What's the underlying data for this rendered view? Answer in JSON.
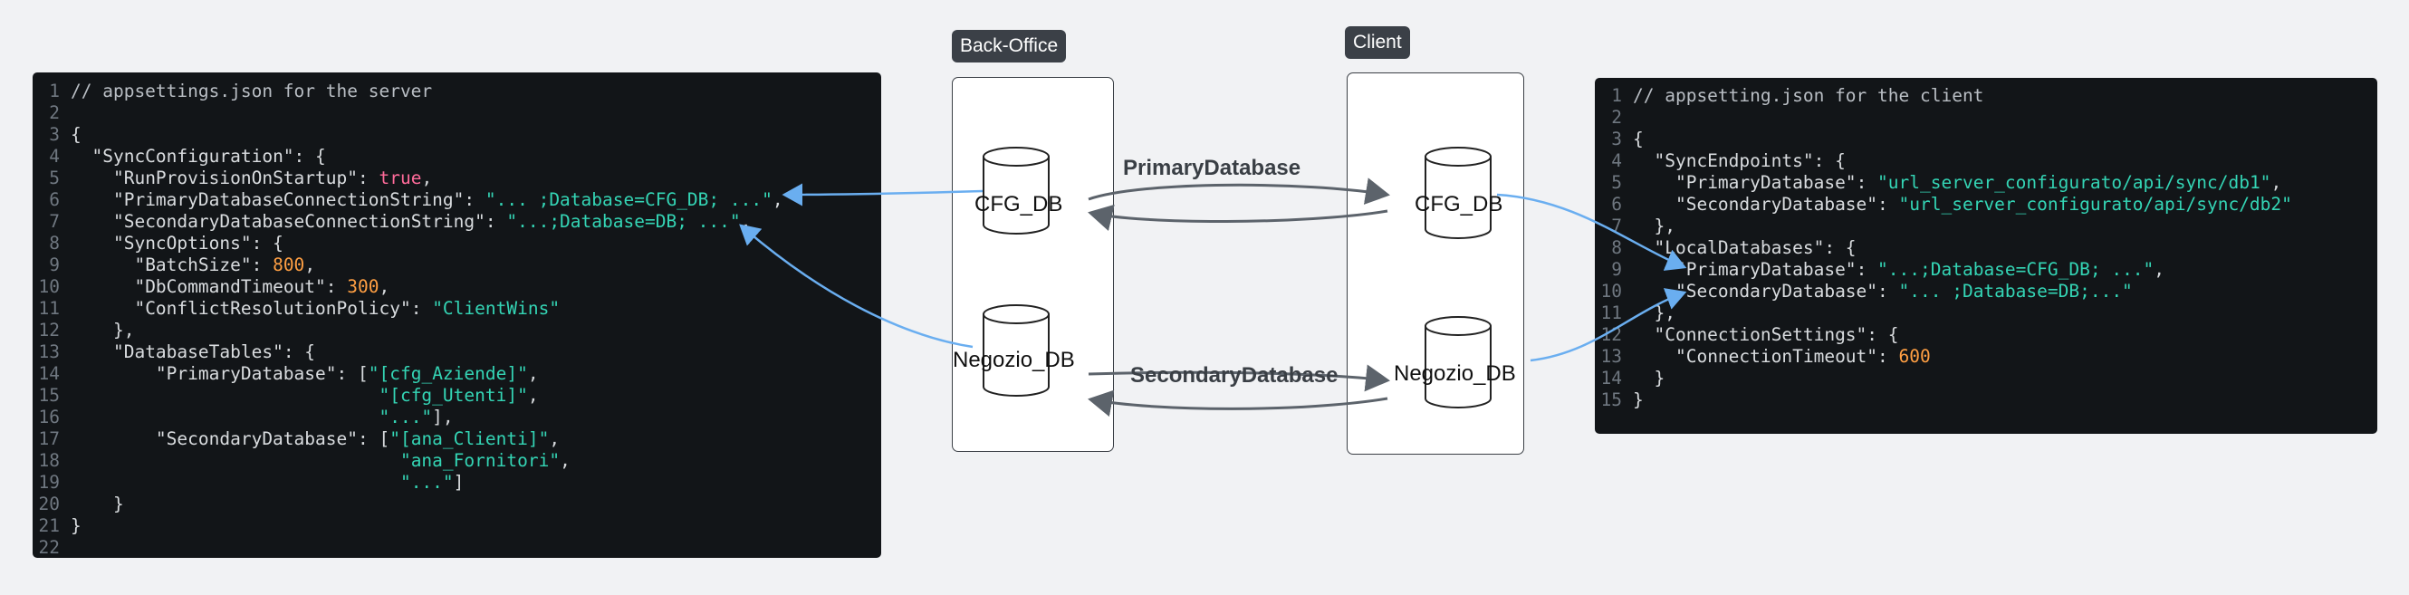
{
  "server_code": {
    "lines": [
      [
        [
          "c",
          "// appsettings.json for the server"
        ]
      ],
      [],
      [
        [
          "p",
          "{"
        ]
      ],
      [
        [
          "p",
          "  "
        ],
        [
          "k",
          "\"SyncConfiguration\""
        ],
        [
          "p",
          ": {"
        ]
      ],
      [
        [
          "p",
          "    "
        ],
        [
          "k",
          "\"RunProvisionOnStartup\""
        ],
        [
          "p",
          ": "
        ],
        [
          "b",
          "true"
        ],
        [
          "p",
          ","
        ]
      ],
      [
        [
          "p",
          "    "
        ],
        [
          "k",
          "\"PrimaryDatabaseConnectionString\""
        ],
        [
          "p",
          ": "
        ],
        [
          "s",
          "\"... ;Database=CFG_DB; ...\""
        ],
        [
          "p",
          ","
        ]
      ],
      [
        [
          "p",
          "    "
        ],
        [
          "k",
          "\"SecondaryDatabaseConnectionString\""
        ],
        [
          "p",
          ": "
        ],
        [
          "s",
          "\"...;Database=DB; ...\""
        ],
        [
          "p",
          ","
        ]
      ],
      [
        [
          "p",
          "    "
        ],
        [
          "k",
          "\"SyncOptions\""
        ],
        [
          "p",
          ": {"
        ]
      ],
      [
        [
          "p",
          "      "
        ],
        [
          "k",
          "\"BatchSize\""
        ],
        [
          "p",
          ": "
        ],
        [
          "n",
          "800"
        ],
        [
          "p",
          ","
        ]
      ],
      [
        [
          "p",
          "      "
        ],
        [
          "k",
          "\"DbCommandTimeout\""
        ],
        [
          "p",
          ": "
        ],
        [
          "n",
          "300"
        ],
        [
          "p",
          ","
        ]
      ],
      [
        [
          "p",
          "      "
        ],
        [
          "k",
          "\"ConflictResolutionPolicy\""
        ],
        [
          "p",
          ": "
        ],
        [
          "s",
          "\"ClientWins\""
        ]
      ],
      [
        [
          "p",
          "    },"
        ]
      ],
      [
        [
          "p",
          "    "
        ],
        [
          "k",
          "\"DatabaseTables\""
        ],
        [
          "p",
          ": {"
        ]
      ],
      [
        [
          "p",
          "        "
        ],
        [
          "k",
          "\"PrimaryDatabase\""
        ],
        [
          "p",
          ": ["
        ],
        [
          "s",
          "\"[cfg_Aziende]\""
        ],
        [
          "p",
          ","
        ]
      ],
      [
        [
          "p",
          "                             "
        ],
        [
          "s",
          "\"[cfg_Utenti]\""
        ],
        [
          "p",
          ","
        ]
      ],
      [
        [
          "p",
          "                             "
        ],
        [
          "s",
          "\"...\""
        ],
        [
          "p",
          "],"
        ]
      ],
      [
        [
          "p",
          "        "
        ],
        [
          "k",
          "\"SecondaryDatabase\""
        ],
        [
          "p",
          ": ["
        ],
        [
          "s",
          "\"[ana_Clienti]\""
        ],
        [
          "p",
          ","
        ]
      ],
      [
        [
          "p",
          "                               "
        ],
        [
          "s",
          "\"ana_Fornitori\""
        ],
        [
          "p",
          ","
        ]
      ],
      [
        [
          "p",
          "                               "
        ],
        [
          "s",
          "\"...\""
        ],
        [
          "p",
          "]"
        ]
      ],
      [
        [
          "p",
          "    }"
        ]
      ],
      [
        [
          "p",
          "}"
        ]
      ],
      []
    ]
  },
  "client_code": {
    "lines": [
      [
        [
          "c",
          "// appsetting.json for the client"
        ]
      ],
      [],
      [
        [
          "p",
          "{"
        ]
      ],
      [
        [
          "p",
          "  "
        ],
        [
          "k",
          "\"SyncEndpoints\""
        ],
        [
          "p",
          ": {"
        ]
      ],
      [
        [
          "p",
          "    "
        ],
        [
          "k",
          "\"PrimaryDatabase\""
        ],
        [
          "p",
          ": "
        ],
        [
          "s",
          "\"url_server_configurato/api/sync/db1\""
        ],
        [
          "p",
          ","
        ]
      ],
      [
        [
          "p",
          "    "
        ],
        [
          "k",
          "\"SecondaryDatabase\""
        ],
        [
          "p",
          ": "
        ],
        [
          "s",
          "\"url_server_configurato/api/sync/db2\""
        ]
      ],
      [
        [
          "p",
          "  },"
        ]
      ],
      [
        [
          "p",
          "  "
        ],
        [
          "k",
          "\"LocalDatabases\""
        ],
        [
          "p",
          ": {"
        ]
      ],
      [
        [
          "p",
          "    "
        ],
        [
          "k",
          "\"PrimaryDatabase\""
        ],
        [
          "p",
          ": "
        ],
        [
          "s",
          "\"...;Database=CFG_DB; ...\""
        ],
        [
          "p",
          ","
        ]
      ],
      [
        [
          "p",
          "    "
        ],
        [
          "k",
          "\"SecondaryDatabase\""
        ],
        [
          "p",
          ": "
        ],
        [
          "s",
          "\"... ;Database=DB;...\""
        ]
      ],
      [
        [
          "p",
          "  },"
        ]
      ],
      [
        [
          "p",
          "  "
        ],
        [
          "k",
          "\"ConnectionSettings\""
        ],
        [
          "p",
          ": {"
        ]
      ],
      [
        [
          "p",
          "    "
        ],
        [
          "k",
          "\"ConnectionTimeout\""
        ],
        [
          "p",
          ": "
        ],
        [
          "n",
          "600"
        ]
      ],
      [
        [
          "p",
          "  }"
        ]
      ],
      [
        [
          "p",
          "}"
        ]
      ]
    ]
  },
  "backoffice": {
    "title": "Back-Office",
    "db_primary": "CFG_DB",
    "db_secondary": "Negozio_DB"
  },
  "client": {
    "title": "Client",
    "db_primary": "CFG_DB",
    "db_secondary": "Negozio_DB"
  },
  "edges": {
    "primary": "PrimaryDatabase",
    "secondary": "SecondaryDatabase"
  },
  "colors": {
    "arrow_blue": "#6aaef0",
    "arrow_gray": "#5c636b",
    "string": "#34d5b5",
    "number": "#ff9f43",
    "boolean": "#ff6b9a"
  }
}
